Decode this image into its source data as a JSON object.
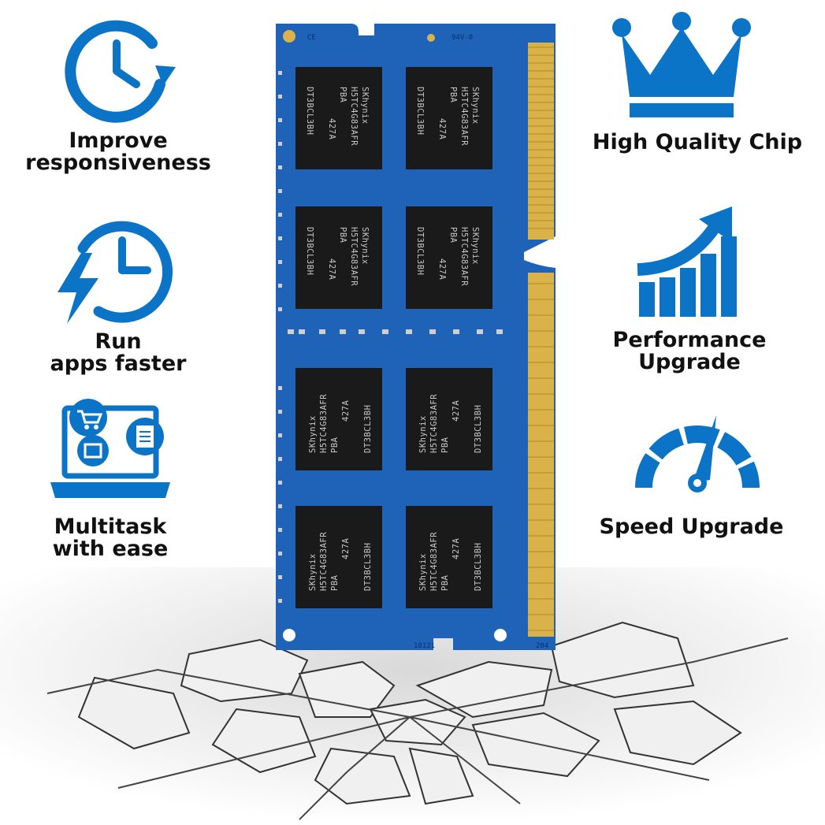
{
  "features_left": [
    {
      "line1": "Improve",
      "line2": "responsiveness",
      "icon": "clock-refresh-icon"
    },
    {
      "line1": "Run",
      "line2": "apps faster",
      "icon": "clock-lightning-icon"
    },
    {
      "line1": "Multitask",
      "line2": "with ease",
      "icon": "laptop-multitask-icon"
    }
  ],
  "features_right": [
    {
      "line1": "High Quality Chip",
      "line2": "",
      "icon": "crown-icon"
    },
    {
      "line1": "Performance",
      "line2": "Upgrade",
      "icon": "growth-chart-arrow-icon"
    },
    {
      "line1": "Speed Upgrade",
      "line2": "",
      "icon": "speedometer-icon"
    }
  ],
  "module": {
    "chip_brand": "SKhynix",
    "chip_part": "H5TC4G83AFR",
    "chip_grade": "PBA",
    "chip_date": "427A",
    "chip_code": "DT3BCL3BH",
    "ce_mark": "CE",
    "board_rating": "94V-0",
    "board_code": "18121",
    "pin_label": "204"
  },
  "colors": {
    "accent_blue": "#0c74c6",
    "pcb_blue": "#1f63b8",
    "chip_black": "#1a1a1a",
    "gold_contacts": "#d9b24a",
    "text": "#111111"
  }
}
